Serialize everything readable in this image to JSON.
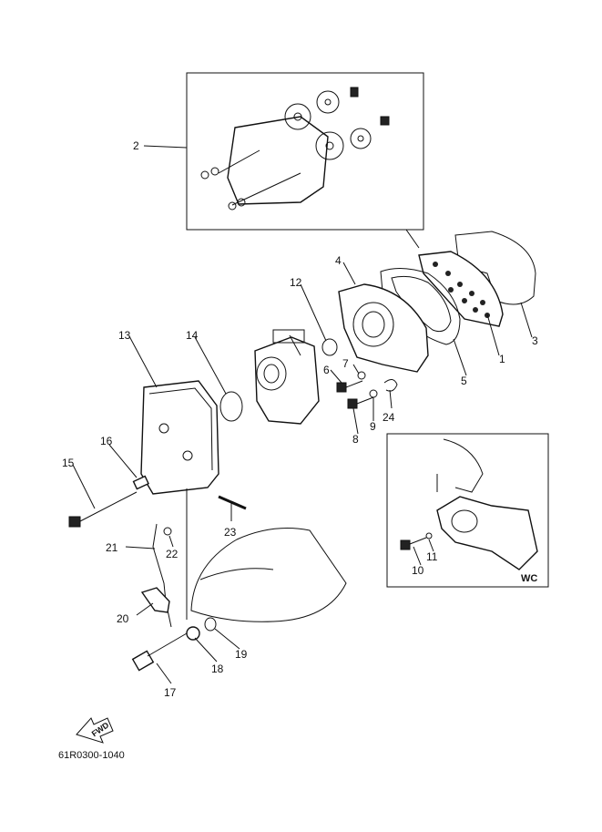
{
  "parts": [
    {
      "id": "p1",
      "label": "1"
    },
    {
      "id": "p2",
      "label": "2"
    },
    {
      "id": "p3",
      "label": "3"
    },
    {
      "id": "p4",
      "label": "4"
    },
    {
      "id": "p5",
      "label": "5"
    },
    {
      "id": "p6",
      "label": "6"
    },
    {
      "id": "p7",
      "label": "7"
    },
    {
      "id": "p8",
      "label": "8"
    },
    {
      "id": "p9",
      "label": "9"
    },
    {
      "id": "p10",
      "label": "10"
    },
    {
      "id": "p11",
      "label": "11"
    },
    {
      "id": "p12",
      "label": "12"
    },
    {
      "id": "p13",
      "label": "13"
    },
    {
      "id": "p14",
      "label": "14"
    },
    {
      "id": "p15",
      "label": "15"
    },
    {
      "id": "p16",
      "label": "16"
    },
    {
      "id": "p17",
      "label": "17"
    },
    {
      "id": "p18",
      "label": "18"
    },
    {
      "id": "p19",
      "label": "19"
    },
    {
      "id": "p20",
      "label": "20"
    },
    {
      "id": "p21",
      "label": "21"
    },
    {
      "id": "p22",
      "label": "22"
    },
    {
      "id": "p23",
      "label": "23"
    },
    {
      "id": "p24",
      "label": "24"
    }
  ],
  "inset": {
    "label": "WC"
  },
  "fwd_arrow": {
    "label": "FWD"
  },
  "diagram_code": "61R0300-1040"
}
